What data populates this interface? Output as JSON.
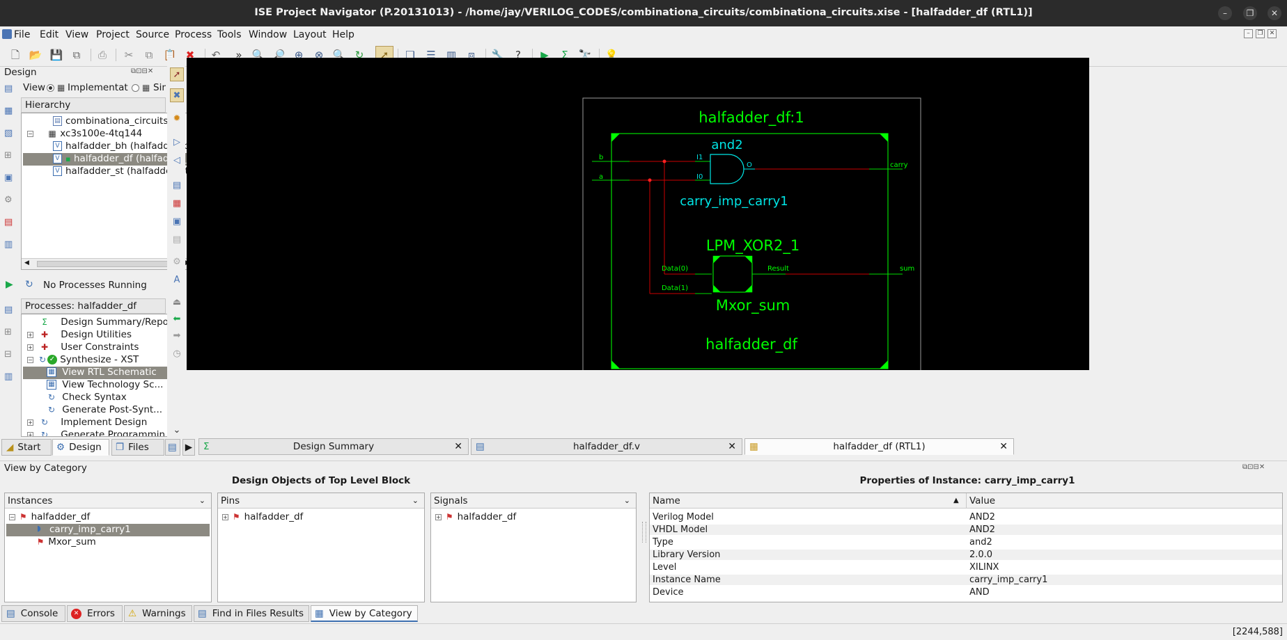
{
  "window": {
    "title": "ISE Project Navigator (P.20131013) - /home/jay/VERILOG_CODES/combinationa_circuits/combinationa_circuits.xise - [halfadder_df (RTL1)]"
  },
  "menu": [
    "File",
    "Edit",
    "View",
    "Project",
    "Source",
    "Process",
    "Tools",
    "Window",
    "Layout",
    "Help"
  ],
  "design_panel": {
    "title": "Design",
    "view_label": "View",
    "view_options": [
      "Implementat",
      "Simulat"
    ],
    "hierarchy_label": "Hierarchy",
    "hierarchy": [
      "combinationa_circuits",
      "xc3s100e-4tq144",
      "halfadder_bh (halfadder_bh",
      "halfadder_df (halfadder_d",
      "halfadder_st (halfadder_st.v"
    ]
  },
  "process_panel": {
    "status": "No Processes Running",
    "title": "Processes: halfadder_df",
    "items": [
      "Design Summary/Reports",
      "Design Utilities",
      "User Constraints",
      "Synthesize - XST",
      "View RTL Schematic",
      "View Technology Sc...",
      "Check Syntax",
      "Generate Post-Synt...",
      "Implement Design",
      "Generate Programmin..."
    ]
  },
  "left_tabs": [
    "Start",
    "Design",
    "Files"
  ],
  "editor_tabs": [
    "Design Summary",
    "halfadder_df.v",
    "halfadder_df (RTL1)"
  ],
  "schematic": {
    "top_label": "halfadder_df:1",
    "bottom_label": "halfadder_df",
    "gate_and_type": "and2",
    "gate_and_instance": "carry_imp_carry1",
    "gate_xor_type": "LPM_XOR2_1",
    "gate_xor_instance": "Mxor_sum",
    "pins": {
      "b": "b",
      "a": "a",
      "i1": "I1",
      "i0": "I0",
      "o": "O",
      "carry": "carry",
      "data0": "Data(0)",
      "data1": "Data(1)",
      "result": "Result",
      "sum": "sum"
    },
    "colors": {
      "wire": "#00ff00",
      "net": "#cc0000",
      "label": "#00ff00",
      "gate": "#00e5e5"
    }
  },
  "view_by_category": {
    "title": "View by Category",
    "objects_title": "Design Objects of Top Level Block",
    "instances_header": "Instances",
    "instances": [
      "halfadder_df",
      "carry_imp_carry1",
      "Mxor_sum"
    ],
    "pins_header": "Pins",
    "pins": [
      "halfadder_df"
    ],
    "signals_header": "Signals",
    "signals": [
      "halfadder_df"
    ],
    "properties_title": "Properties of Instance: carry_imp_carry1",
    "prop_name_header": "Name",
    "prop_value_header": "Value",
    "properties": [
      {
        "name": "Verilog Model",
        "value": "AND2"
      },
      {
        "name": "VHDL Model",
        "value": "AND2"
      },
      {
        "name": "Type",
        "value": "and2"
      },
      {
        "name": "Library Version",
        "value": "2.0.0"
      },
      {
        "name": "Level",
        "value": "XILINX"
      },
      {
        "name": "Instance Name",
        "value": "carry_imp_carry1"
      },
      {
        "name": "Device",
        "value": "AND"
      }
    ]
  },
  "bottom_tabs": [
    "Console",
    "Errors",
    "Warnings",
    "Find in Files Results",
    "View by Category"
  ],
  "status_coords": "[2244,588]"
}
